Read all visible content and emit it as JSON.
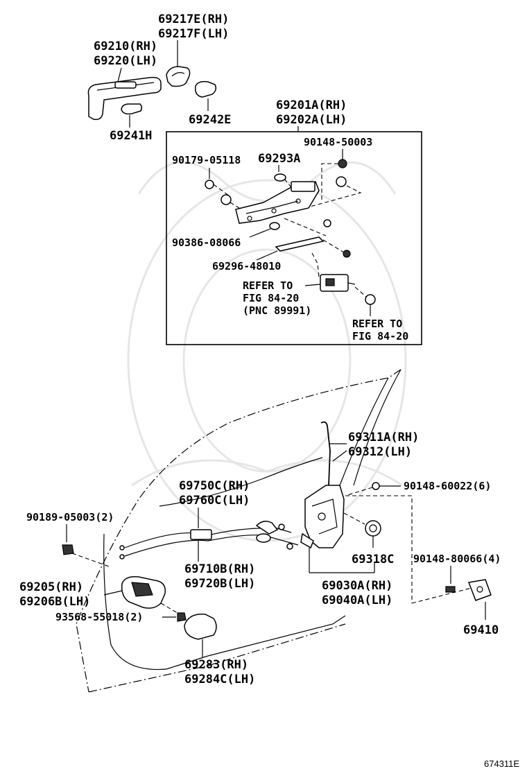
{
  "labels": {
    "handle_cover_rh": "69217E(RH)",
    "handle_cover_lh": "69217F(LH)",
    "outside_handle_rh": "69210(RH)",
    "outside_handle_lh": "69220(LH)",
    "pad_69241h": "69241H",
    "pad_69242e": "69242E",
    "frame_assy_rh": "69201A(RH)",
    "frame_assy_lh": "69202A(LH)",
    "bolt_90148_50003": "90148-50003",
    "nut_90179_05118": "90179-05118",
    "part_69293a": "69293A",
    "clip_90386_08066": "90386-08066",
    "part_69296_48010": "69296-48010",
    "refer_a_line1": "REFER TO",
    "refer_a_line2": "FIG 84-20",
    "refer_a_line3": "(PNC 89991)",
    "refer_b_line1": "REFER TO",
    "refer_b_line2": "FIG 84-20",
    "rod_rh": "69311A(RH)",
    "rod_lh": "69312(LH)",
    "screw_90148_60022": "90148-60022(6)",
    "cable_rh": "69750C(RH)",
    "cable_lh": "69760C(LH)",
    "clip_90189_05003": "90189-05003(2)",
    "part_69318c": "69318C",
    "screw_90148_80066": "90148-80066(4)",
    "cable2_rh": "69710B(RH)",
    "cable2_lh": "69720B(LH)",
    "inside_handle_rh": "69205(RH)",
    "inside_handle_lh": "69206B(LH)",
    "lock_rh": "69030A(RH)",
    "lock_lh": "69040A(LH)",
    "screw_93568_55018": "93568-55018(2)",
    "striker": "69410",
    "bezel_rh": "69283(RH)",
    "bezel_lh": "69284C(LH)",
    "figure_code": "674311E"
  }
}
